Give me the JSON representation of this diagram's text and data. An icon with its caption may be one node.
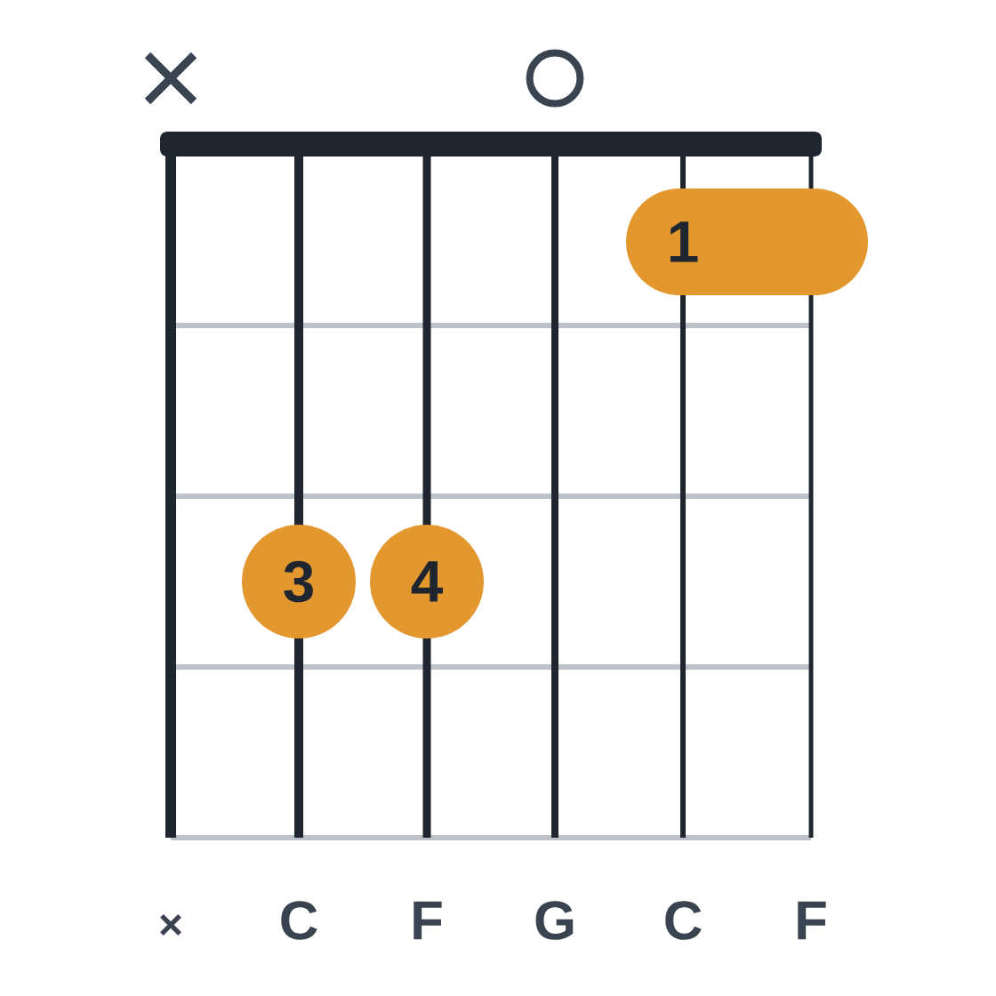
{
  "diagram": {
    "nodes": [
      {
        "text": [
          "1"
        ]
      },
      {
        "text": [
          "3"
        ]
      },
      {
        "text": [
          "4"
        ]
      }
    ],
    "labels": [
      "×",
      "C",
      "F",
      "G",
      "C",
      "F"
    ]
  }
}
